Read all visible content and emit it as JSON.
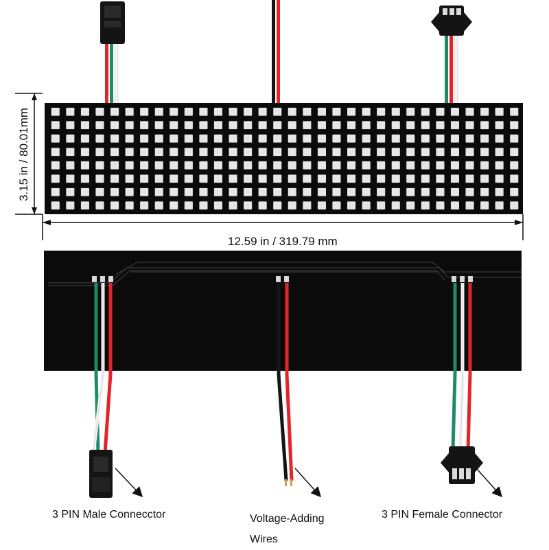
{
  "dimensions": {
    "height": "3.15 in / 80.01mm",
    "width": "12.59 in / 319.79 mm"
  },
  "matrix": {
    "rows": 8,
    "cols": 32
  },
  "captions": {
    "male": "3 PIN Male Connecctor",
    "voltage_line1": "Voltage-Adding",
    "voltage_line2": "Wires",
    "female": "3 PIN Female Connector"
  },
  "colors": {
    "panel": "#0b0b0b",
    "led": "#e6e6e6",
    "wire_red": "#e3242b",
    "wire_green": "#1f8a6a",
    "wire_white": "#f2f2f2",
    "wire_black": "#151515",
    "connector": "#141414"
  }
}
